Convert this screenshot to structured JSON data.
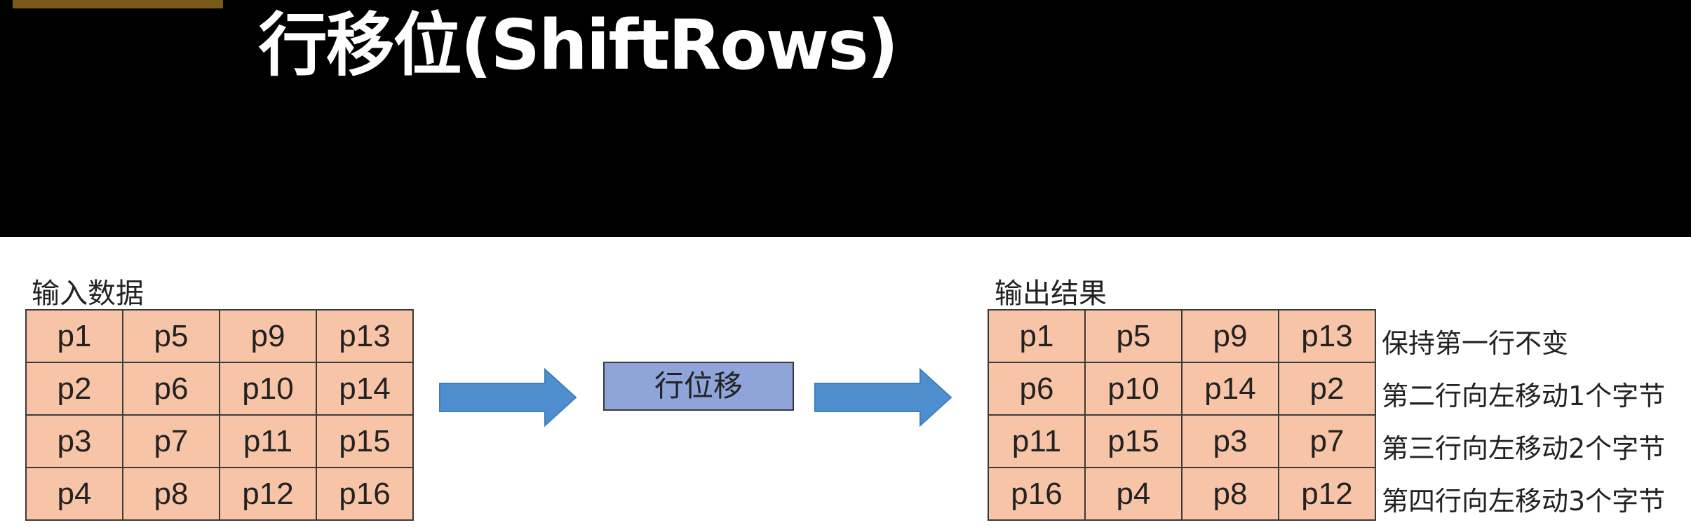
{
  "title": "行移位(ShiftRows)",
  "input": {
    "label": "输入数据",
    "rows": [
      [
        "p1",
        "p5",
        "p9",
        "p13"
      ],
      [
        "p2",
        "p6",
        "p10",
        "p14"
      ],
      [
        "p3",
        "p7",
        "p11",
        "p15"
      ],
      [
        "p4",
        "p8",
        "p12",
        "p16"
      ]
    ]
  },
  "operation": {
    "label": "行位移"
  },
  "output": {
    "label": "输出结果",
    "rows": [
      [
        "p1",
        "p5",
        "p9",
        "p13"
      ],
      [
        "p6",
        "p10",
        "p14",
        "p2"
      ],
      [
        "p11",
        "p15",
        "p3",
        "p7"
      ],
      [
        "p16",
        "p4",
        "p8",
        "p12"
      ]
    ],
    "notes": [
      "保持第一行不变",
      "第二行向左移动1个字节",
      "第三行向左移动2个字节",
      "第四行向左移动3个字节"
    ]
  },
  "colors": {
    "cell": "#f7c4a7",
    "operation_box": "#8fa4d8",
    "arrow": "#4f8fcf",
    "header": "#000000"
  }
}
